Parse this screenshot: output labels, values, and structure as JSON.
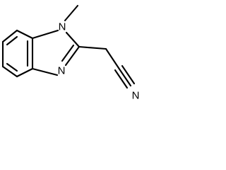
{
  "atoms": {
    "n1": "N",
    "n3": "N",
    "nitrile_n": "N"
  },
  "colors": {
    "bond": "#000000",
    "label": "#000000",
    "background": "#ffffff"
  }
}
